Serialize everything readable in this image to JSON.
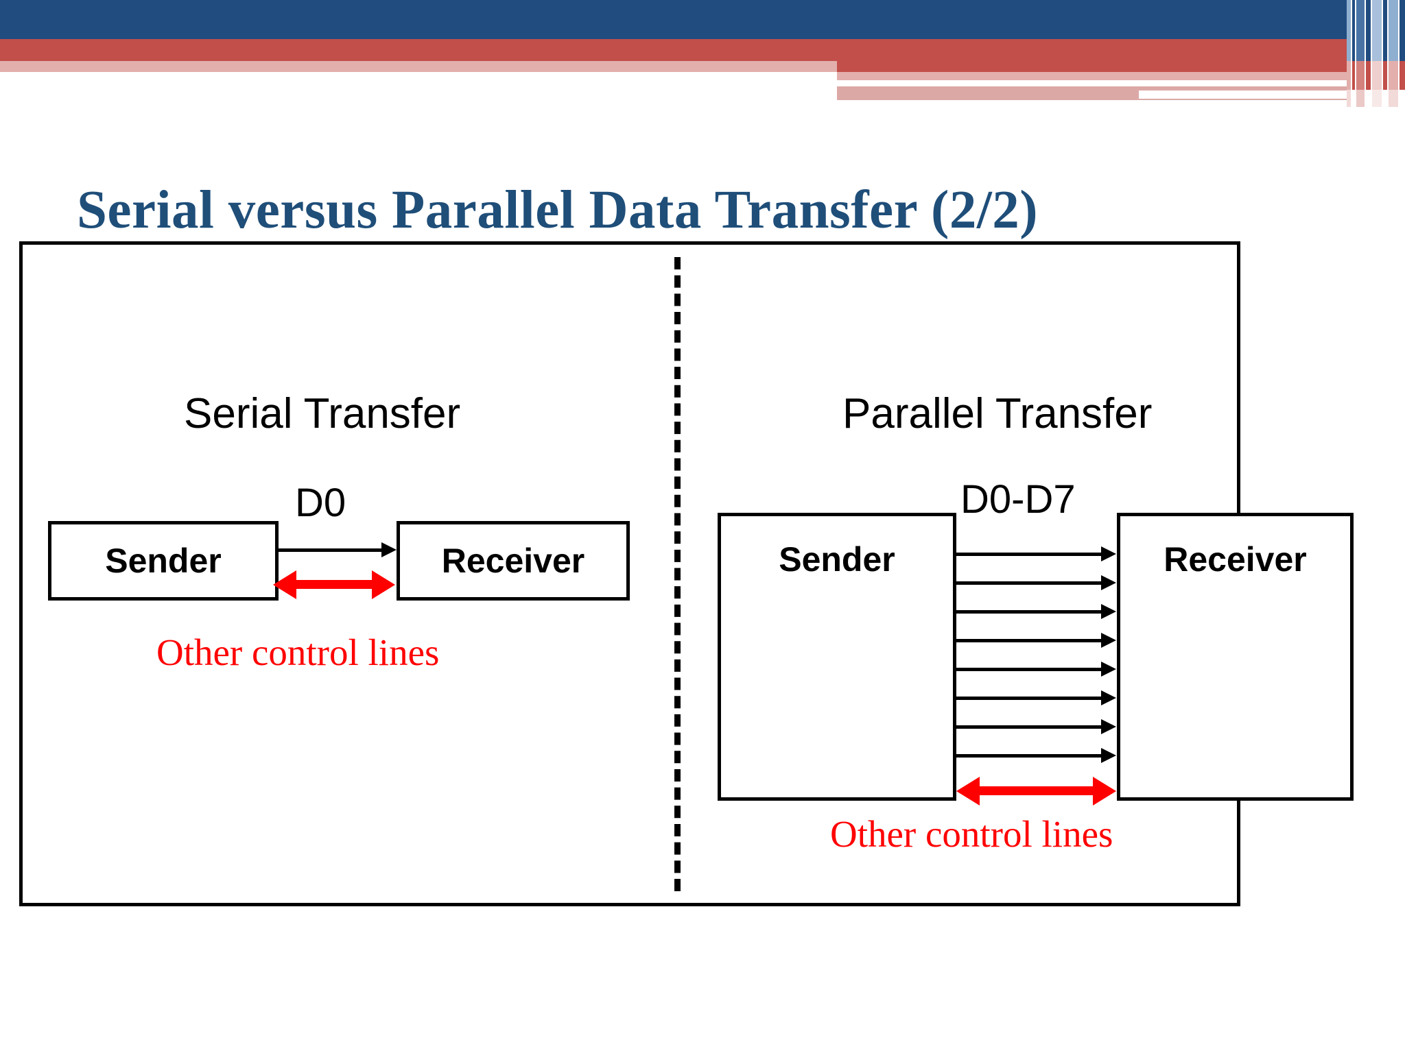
{
  "theme": {
    "navy": "#214C80",
    "red_band": "#C24F4A",
    "pink_band": "#E2AFAC",
    "title_color": "#1F4E79",
    "accent_red": "#FF0000",
    "line_black": "#000000"
  },
  "header": {
    "decorative_bands": [
      "navy-band",
      "red-band",
      "pink-band",
      "pinstripes"
    ]
  },
  "title": "Serial versus Parallel Data Transfer (2/2)",
  "diagram": {
    "divider": "dashed-vertical-divider",
    "serial": {
      "heading": "Serial Transfer",
      "sender_label": "Sender",
      "receiver_label": "Receiver",
      "bus_label": "D0",
      "data_line_count": 1,
      "control_caption": "Other control lines"
    },
    "parallel": {
      "heading": "Parallel Transfer",
      "sender_label": "Sender",
      "receiver_label": "Receiver",
      "bus_label": "D0-D7",
      "data_line_count": 8,
      "control_caption": "Other control lines"
    }
  }
}
